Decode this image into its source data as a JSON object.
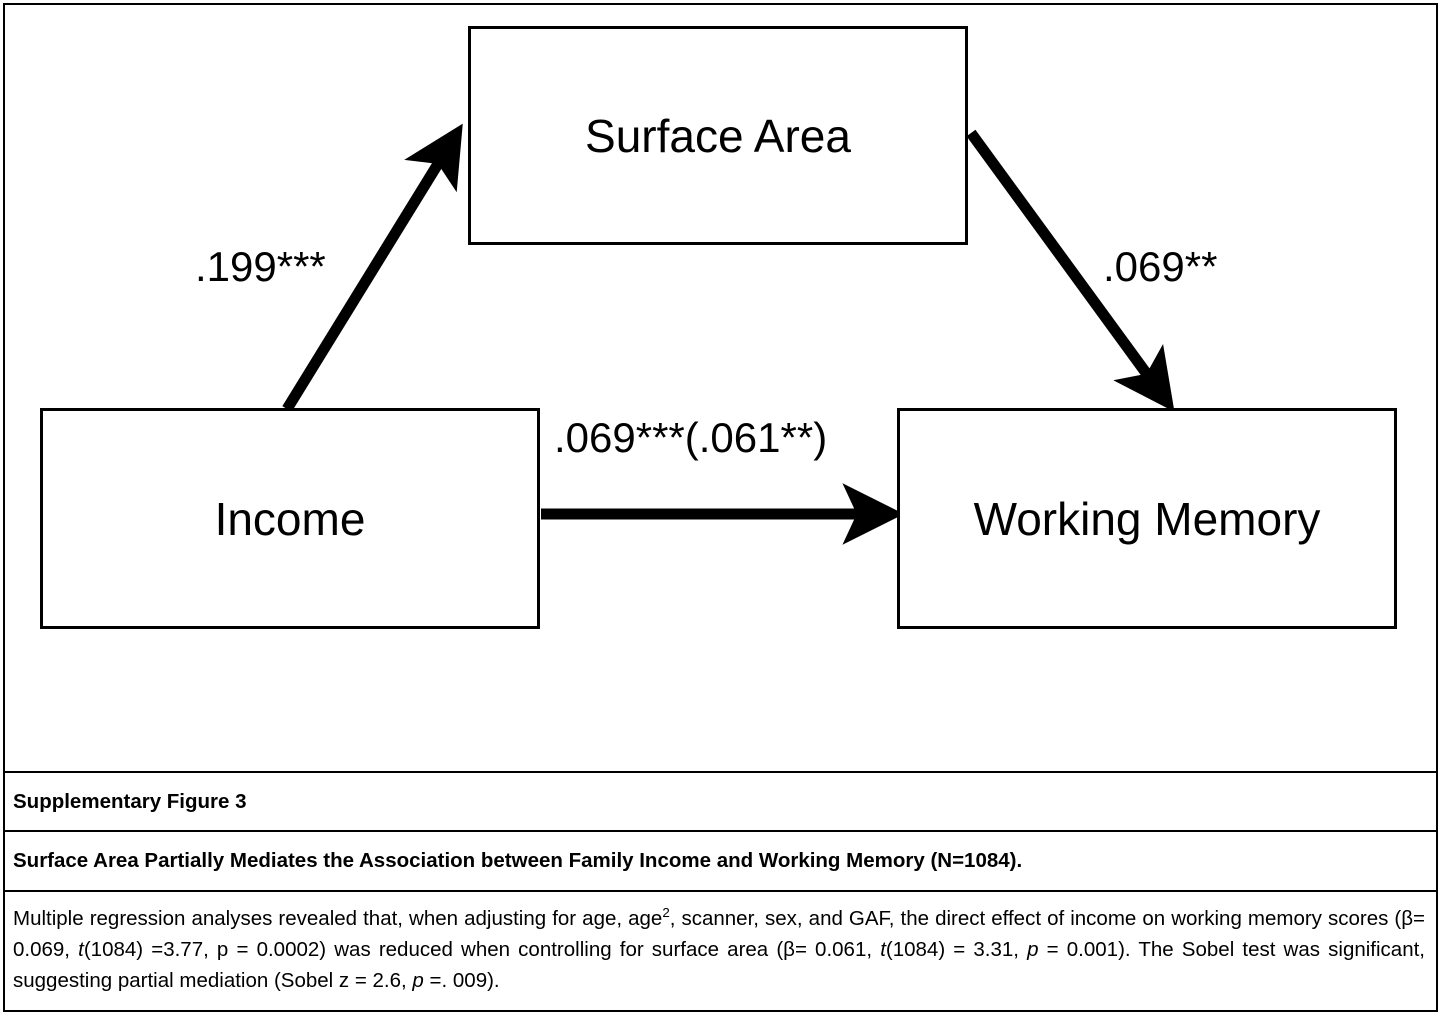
{
  "figure": {
    "nodes": [
      {
        "id": "surface-area",
        "label": "Surface Area"
      },
      {
        "id": "income",
        "label": "Income"
      },
      {
        "id": "working-memory",
        "label": "Working Memory"
      }
    ],
    "paths": [
      {
        "id": "a",
        "from": "Income",
        "to": "Surface Area",
        "label": ".199***"
      },
      {
        "id": "b",
        "from": "Surface Area",
        "to": "Working Memory",
        "label": ".069**"
      },
      {
        "id": "c",
        "from": "Income",
        "to": "Working Memory",
        "label": ".069***(.061**)"
      }
    ],
    "stroke_color": "#000000",
    "box_fill": "#ffffff"
  },
  "caption": {
    "figure_number": "Supplementary Figure 3",
    "figure_title": "Surface Area Partially Mediates the Association between Family Income and Working Memory (N=1084).",
    "body": {
      "seg1": "Multiple regression analyses revealed that, when adjusting for age, age",
      "sup1": "2",
      "seg2": ", scanner, sex, and GAF, the direct effect of income on working memory scores (β= 0.069, ",
      "ital1": "t",
      "seg3": "(1084) =3.77, p = 0.0002) was reduced when controlling for surface area (β= 0.061, ",
      "ital2": "t",
      "seg4": "(1084) = 3.31, ",
      "ital3": "p",
      "seg5": " = 0.001). The Sobel test was significant, suggesting partial mediation (Sobel z = 2.6, ",
      "ital4": "p",
      "seg6": " =. 009)."
    }
  },
  "chart_data": {
    "type": "diagram",
    "title": "Surface Area Partially Mediates the Association between Family Income and Working Memory (N=1084).",
    "nodes": [
      "Income",
      "Surface Area",
      "Working Memory"
    ],
    "edges": [
      {
        "source": "Income",
        "target": "Surface Area",
        "coefficient": 0.199,
        "significance": "***",
        "label": ".199***"
      },
      {
        "source": "Surface Area",
        "target": "Working Memory",
        "coefficient": 0.069,
        "significance": "**",
        "label": ".069**"
      },
      {
        "source": "Income",
        "target": "Working Memory",
        "coefficient": 0.069,
        "significance": "***",
        "coefficient_controlled": 0.061,
        "significance_controlled": "**",
        "label": ".069***(.061**)"
      }
    ],
    "stats": {
      "n": 1084,
      "direct_beta": 0.069,
      "direct_t": 3.77,
      "direct_p": 0.0002,
      "controlled_beta": 0.061,
      "controlled_t": 3.31,
      "controlled_p": 0.001,
      "sobel_z": 2.6,
      "sobel_p": 0.009
    }
  }
}
